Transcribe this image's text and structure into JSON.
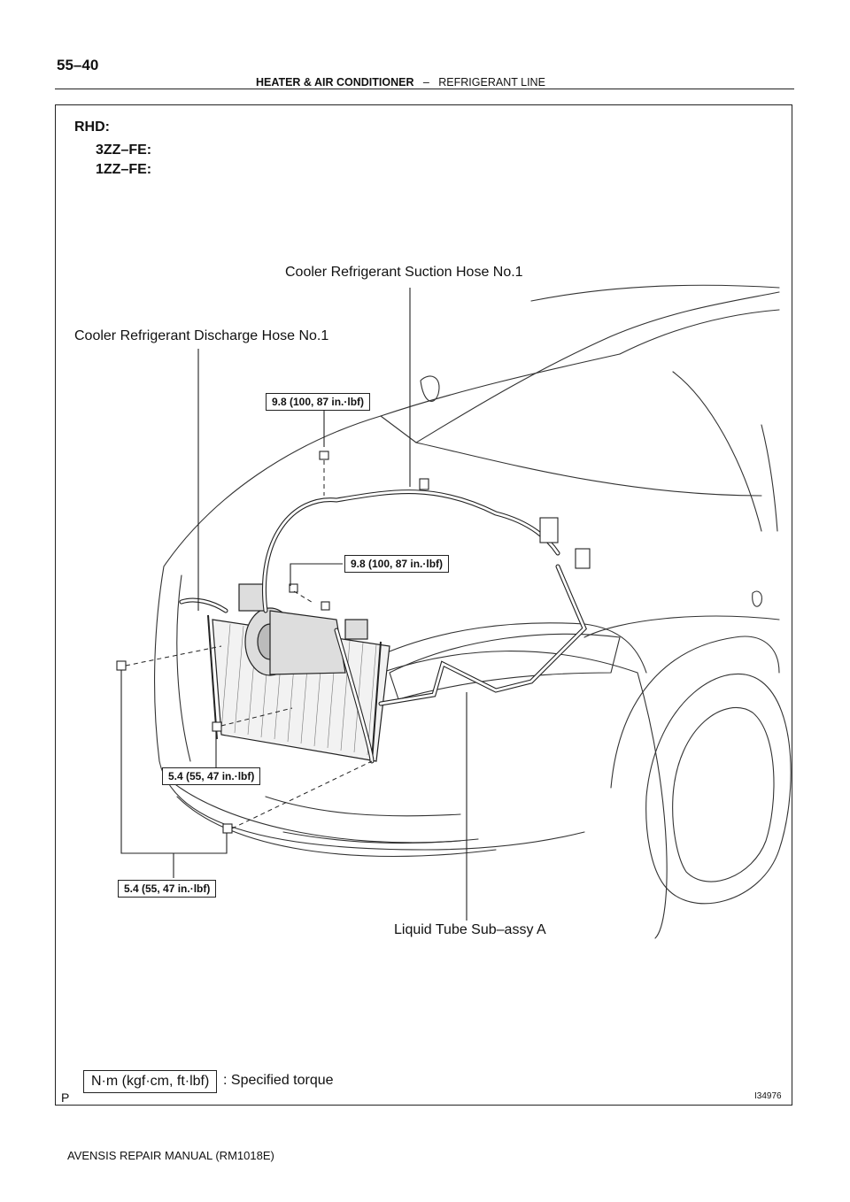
{
  "header": {
    "page_number": "55–40",
    "section": "HEATER & AIR CONDITIONER",
    "separator": "–",
    "subsection": "REFRIGERANT LINE"
  },
  "figure": {
    "title": "RHD:",
    "engines": [
      "3ZZ–FE:",
      "1ZZ–FE:"
    ],
    "labels": {
      "suction_hose": "Cooler Refrigerant Suction Hose No.1",
      "discharge_hose": "Cooler Refrigerant Discharge Hose No.1",
      "liquid_tube": "Liquid Tube Sub–assy A"
    },
    "torques": {
      "top": "9.8 (100, 87 in.·lbf)",
      "middle": "9.8 (100, 87 in.·lbf)",
      "lower": "5.4 (55, 47 in.·lbf)",
      "bottom": "5.4 (55, 47 in.·lbf)"
    },
    "legend": {
      "units": "N·m (kgf·cm, ft·lbf)",
      "text": ": Specified torque"
    },
    "corner_mark": "P",
    "figure_id": "I34976"
  },
  "footer": {
    "manual": "AVENSIS REPAIR MANUAL   (RM1018E)"
  }
}
